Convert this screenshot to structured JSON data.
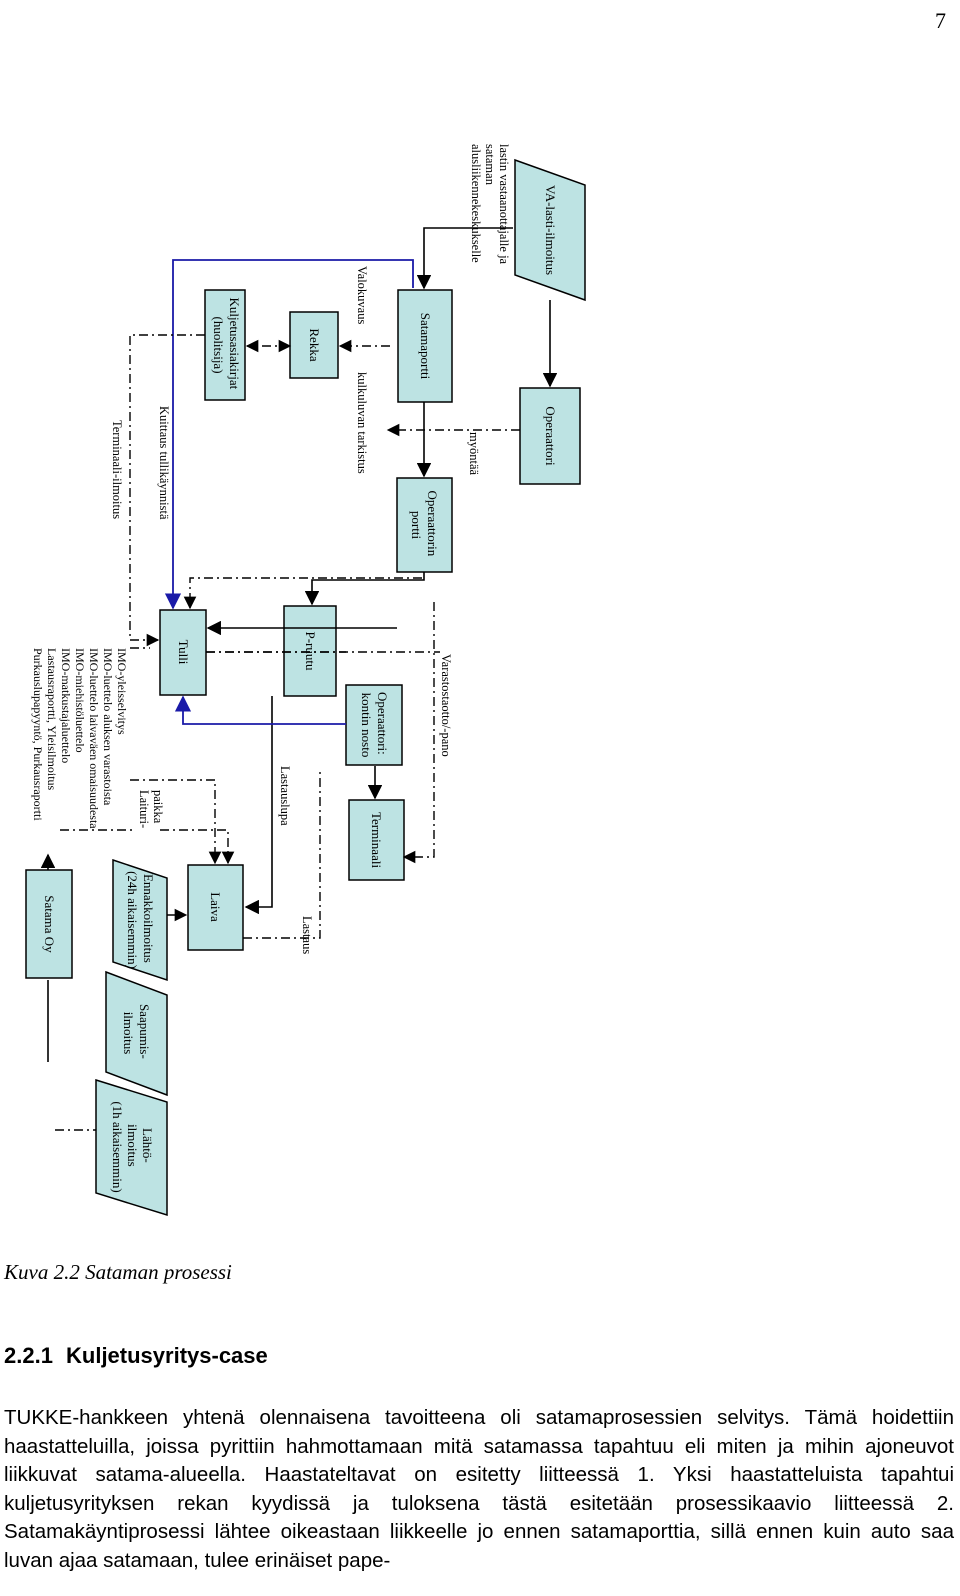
{
  "page_number": "7",
  "caption": "Kuva 2.2 Sataman prosessi",
  "section": {
    "number": "2.2.1",
    "title": "Kuljetusyritys-case"
  },
  "paragraph": "TUKKE-hankkeen yhtenä olennaisena tavoitteena oli satamaprosessien selvitys. Tämä hoidettiin haastatteluilla, joissa pyrittiin hahmottamaan mitä satamassa tapahtuu eli miten ja mihin ajoneuvot liikkuvat satama-alueella. Haastateltavat on esitetty liitteessä 1. Yksi haastatteluista tapahtui kuljetusyrityksen rekan kyydissä ja tuloksena tästä esitetään prosessikaavio liitteessä 2. Satamakäyntiprosessi lähtee oikeastaan liikkeelle jo ennen satamaporttia, sillä ennen kuin auto saa luvan ajaa satamaan, tulee erinäiset pape-",
  "diagram": {
    "boxes": {
      "kuljetusasiakirjat": [
        "Kuljetusasiakirjat",
        "(huolitsija)"
      ],
      "rekka": "Rekka",
      "satamaportti": "Satamaportti",
      "operaattori": "Operaattori",
      "operaattorin_portti": [
        "Operaattorin",
        "portti"
      ],
      "tulli": "Tulli",
      "p_ruutu": "P-ruutu",
      "kontin_nosto": [
        "Operaattori:",
        "kontin nosto"
      ],
      "terminaali": "Terminaali",
      "laiva": "Laiva",
      "satama_oy": "Satama Oy"
    },
    "parallelograms": {
      "va_lasti": "VA-lasti-ilmoitus",
      "ennakko": [
        "Ennakkoilmoitus",
        "(24h aikaisemmin)"
      ],
      "saapumis": [
        "Saapumis-",
        "ilmoitus"
      ],
      "lahto": [
        "Lähtö-",
        "ilmoitus",
        "(1h aikaisemmin)"
      ]
    },
    "labels": {
      "lasti_info": [
        "lastin vastaanottajalle ja",
        "sataman",
        "alusliikennekeskukselle"
      ],
      "valokuvaus": "Valokuvaus",
      "kulkuluvan": "kulkuluvan tarkistus",
      "myontaa": "myöntää",
      "kuittaus": "Kuittaus tullikäynnistä",
      "terminaali_ilmoitus": "Terminaali-ilmoitus",
      "varastosto": "Varastostaotto/-pano",
      "lastauslupa": "Lastauslupa",
      "lastaus": "Lastaus",
      "laituripaikka": [
        "Laituri-",
        "paikka"
      ],
      "imo_list": [
        "IMO-yleisselvitys",
        "IMO-luettelo aluksen varastoista",
        "IMO-luettelo laivaväen omaisuudesta",
        "IMO-miehistöluettelo",
        "IMO-matkustajaluettelo",
        "Lastausraportti, Yleisilmoitus",
        "Purkauslupapyyntö, Purkausraportti"
      ]
    }
  }
}
